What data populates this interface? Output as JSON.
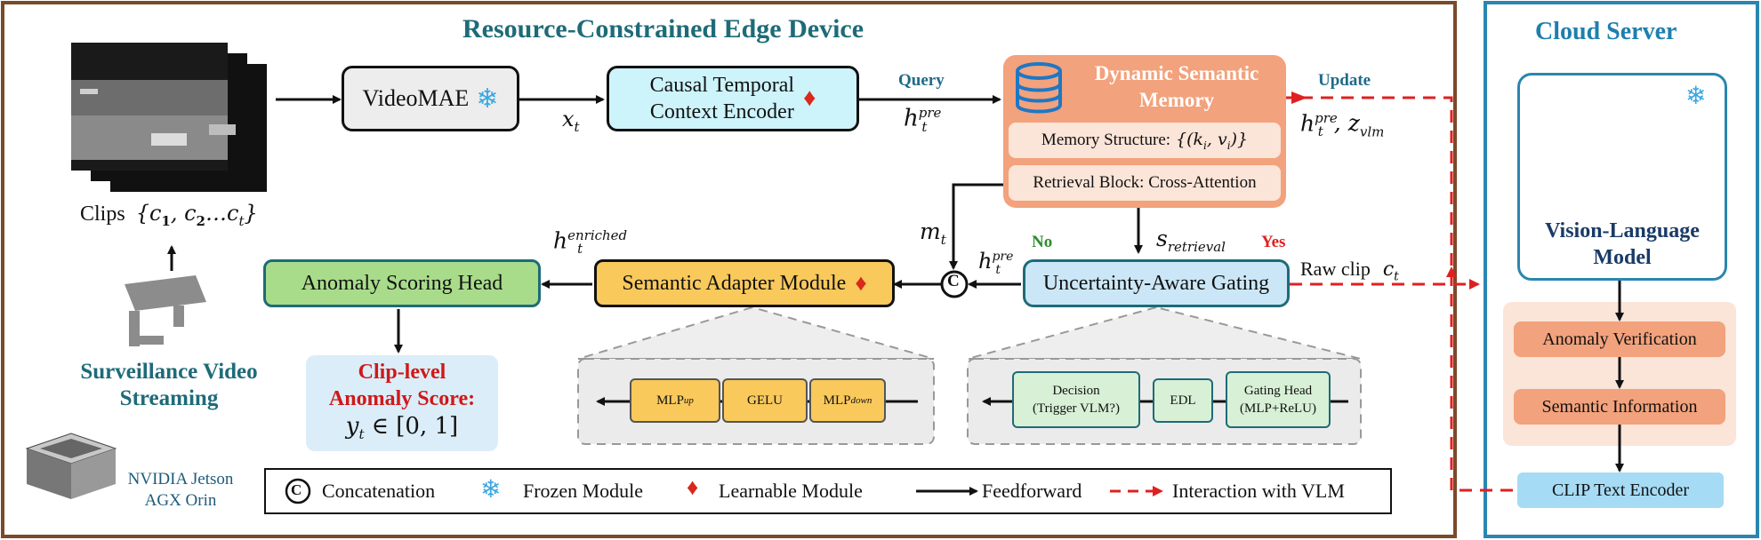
{
  "edge": {
    "title": "Resource-Constrained Edge Device",
    "clips_label": "Clips",
    "clips_math": "{c",
    "c1": "1",
    "c2": "2",
    "dots": "…",
    "ct": "t",
    "videomae": "VideoMAE",
    "xt_x": "x",
    "xt_t": "t",
    "encoder_line1": "Causal Temporal",
    "encoder_line2": "Context Encoder",
    "query_label": "Query",
    "h_pre_h": "h",
    "h_pre_t": "t",
    "h_pre_sup": "pre",
    "memory_title_line1": "Dynamic Semantic",
    "memory_title_line2": "Memory",
    "memory_structure": "Memory Structure:",
    "memory_structure_math": "{(k",
    "ki": "i",
    "vi_comma": ", v",
    "vi": "i",
    "close": ")}",
    "retrieval_block": "Retrieval Block: Cross-Attention",
    "update_label": "Update",
    "update_h": "h",
    "update_t": "t",
    "update_sup": "pre",
    "update_z": ", z",
    "update_zsub": "vlm",
    "mt_m": "m",
    "mt_t": "t",
    "s_s": "s",
    "s_sub": "retrieval",
    "no_label": "No",
    "yes_label": "Yes",
    "gating_h": "h",
    "gating_t": "t",
    "gating_sup": "pre",
    "enriched_h": "h",
    "enriched_t": "t",
    "enriched_sup": "enriched",
    "gating": "Uncertainty-Aware Gating",
    "raw_clip": "Raw clip",
    "raw_c": "c",
    "raw_t": "t",
    "adapter": "Semantic Adapter Module",
    "scoring": "Anomaly Scoring Head",
    "score_line1": "Clip-level",
    "score_line2": "Anomaly Score:",
    "score_math": "y",
    "score_sub": "t",
    "score_range": " ∈ [0, 1]",
    "surveillance_line1": "Surveillance Video",
    "surveillance_line2": "Streaming",
    "mlp_up": "MLP",
    "mlp_up_sub": "up",
    "gelu": "GELU",
    "mlp_down": "MLP",
    "mlp_down_sub": "down",
    "decision_line1": "Decision",
    "decision_line2": "(Trigger VLM?)",
    "edl": "EDL",
    "gating_head_line1": "Gating Head",
    "gating_head_line2": "(MLP+ReLU)",
    "jetson_line1": "NVIDIA Jetson",
    "jetson_line2": "AGX Orin"
  },
  "legend": {
    "concat_symbol": "C",
    "concat": "Concatenation",
    "frozen": "Frozen Module",
    "learnable": "Learnable Module",
    "feedforward": "Feedforward",
    "interaction": "Interaction with VLM"
  },
  "cloud": {
    "title": "Cloud Server",
    "vlm_line1": "Vision-Language",
    "vlm_line2": "Model",
    "verification": "Anomaly Verification",
    "semantic": "Semantic Information",
    "clip_encoder": "CLIP Text Encoder"
  },
  "colors": {
    "edge_border": "#7a4a2a",
    "cloud_border": "#2a86b0",
    "title_teal": "#1e6b78",
    "red_dashed": "#e02020",
    "videomae_fill": "#ededed",
    "encoder_fill": "#cdf3fb",
    "memory_fill": "#f2a27c",
    "gating_fill": "#cbe7f7",
    "adapter_fill": "#f9c95c",
    "scoring_fill": "#a8dc8a",
    "score_fill": "#dbedf8",
    "cloud_orange": "#f2a27c",
    "cloud_panel": "#fbe4d8",
    "clip_fill": "#a6dbf5"
  }
}
